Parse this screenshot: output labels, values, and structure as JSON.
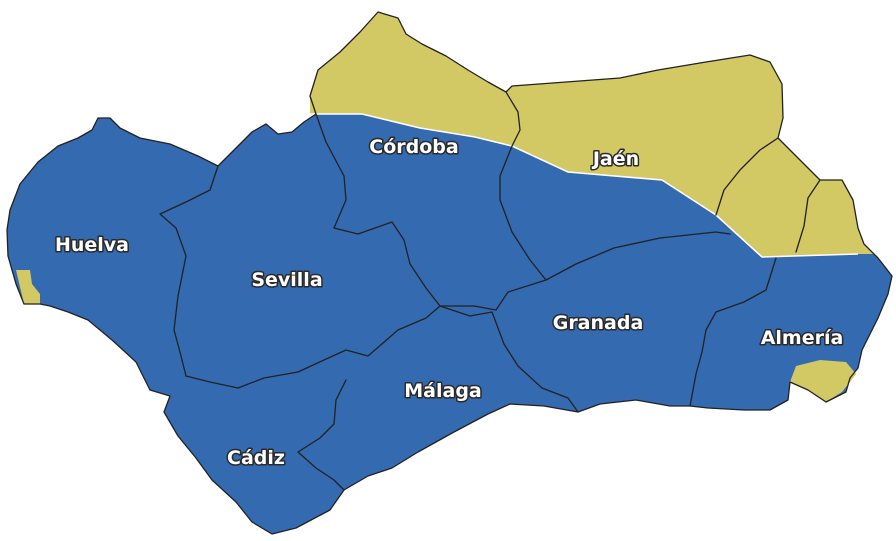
{
  "map": {
    "colors": {
      "region_fill": "#336ab0",
      "zone_fill": "#d2c864",
      "border": "#222222",
      "background": "#ffffff",
      "label_fill": "#ffffff",
      "label_outline": "#2a2a2a"
    },
    "provinces": [
      {
        "id": "huelva",
        "name": "Huelva"
      },
      {
        "id": "sevilla",
        "name": "Sevilla"
      },
      {
        "id": "cordoba",
        "name": "Córdoba"
      },
      {
        "id": "jaen",
        "name": "Jaén"
      },
      {
        "id": "granada",
        "name": "Granada"
      },
      {
        "id": "almeria",
        "name": "Almería"
      },
      {
        "id": "malaga",
        "name": "Málaga"
      },
      {
        "id": "cadiz",
        "name": "Cádiz"
      }
    ]
  }
}
